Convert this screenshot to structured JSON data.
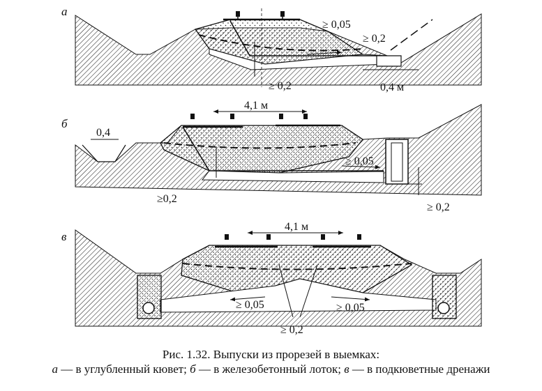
{
  "panels": [
    {
      "letter": "а",
      "labels": {
        "slope_top": "≥ 0,05",
        "cut_slope": "≥ 0,2",
        "depth": "≥ 0,2",
        "ditch_width": "0,4 м"
      }
    },
    {
      "letter": "б",
      "labels": {
        "width": "4,1 м",
        "ditch_width": "0,4",
        "slope": "≥ 0,05",
        "left_depth": "≥0,2",
        "right_depth": "≥ 0,2"
      }
    },
    {
      "letter": "в",
      "labels": {
        "width": "4,1 м",
        "slope_left": "≥ 0,05",
        "slope_right": "≥ 0,05",
        "depth": "≥ 0,2"
      }
    }
  ],
  "caption": {
    "title": "Рис. 1.32. Выпуски из прорезей в выемках:",
    "a_letter": "а",
    "a_text": " — в углубленный кювет; ",
    "b_letter": "б",
    "b_text": " — в железобетонный лоток; ",
    "c_letter": "в",
    "c_text": " — в подкюветные дренажи"
  }
}
